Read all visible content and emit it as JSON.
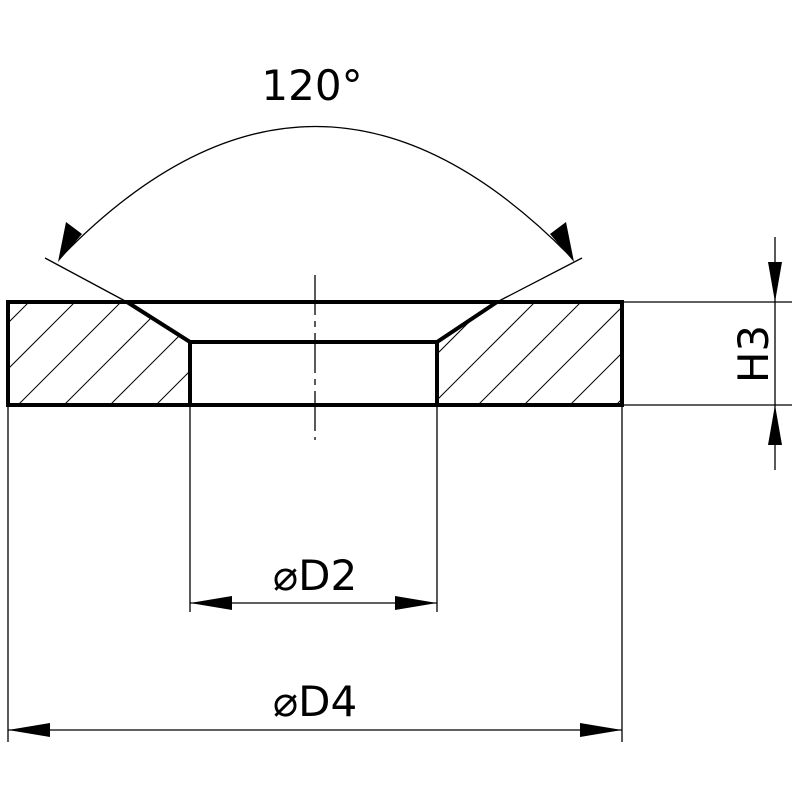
{
  "drawing": {
    "angle_label": "120°",
    "height_label": "H3",
    "inner_diameter_label": "⌀D2",
    "outer_diameter_label": "⌀D4",
    "line_color": "#000000",
    "background": "#ffffff"
  }
}
